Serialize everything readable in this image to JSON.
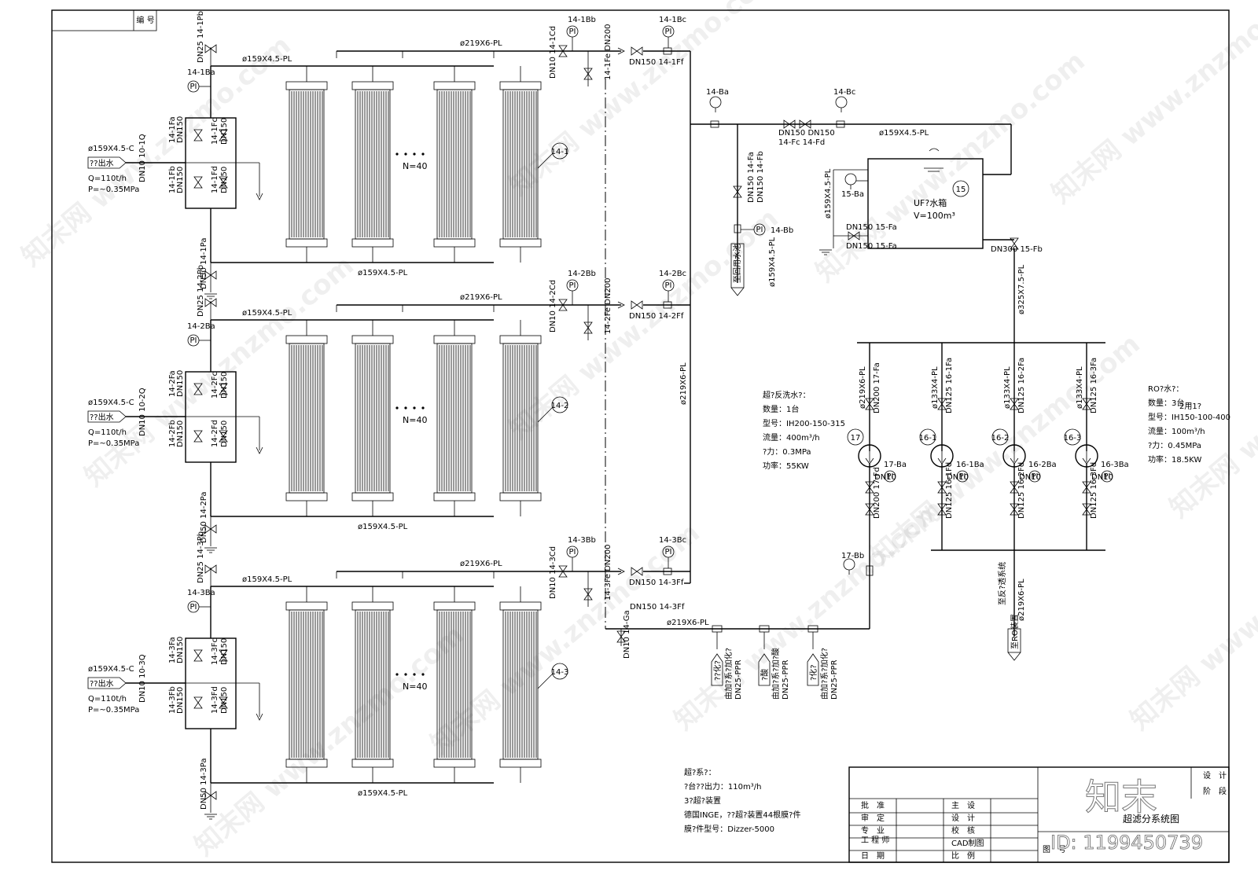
{
  "frame": {
    "corner_label": "编 号"
  },
  "units": [
    {
      "id": "1",
      "inlet_label": "??出水",
      "inlet_pipe": "ø159X4.5-C",
      "flow": "Q=110t/h",
      "pressure": "P=~0.35MPa",
      "top_header": "ø159X4.5-PL",
      "bottom_header": "ø159X4.5-PL",
      "product_pipe": "ø219X6-PL",
      "drain_valve": "DN25 14-1Pb",
      "gauge_left": "14-1Ba",
      "gauge_mid": "14-1Bb",
      "gauge_right": "14-1Bc",
      "valve_fa": "14-1Fa",
      "valve_fa_dn": "DN150",
      "valve_fb": "14-1Fb",
      "valve_fb_dn": "DN150",
      "valve_fc": "14-1Fc",
      "valve_fc_dn": "DN150",
      "valve_fd": "14-1Fd",
      "valve_fd_dn": "DN150",
      "valve_small": "DN10 10-1Q",
      "valve_cd": "DN10 14-1Cd",
      "valve_fe": "14-1Fe DN200",
      "valve_ff": "DN150 14-1Ff",
      "valve_bottom": "DN50 14-1Pa",
      "module_count": "N=40",
      "module_tag": "14-1"
    },
    {
      "id": "2",
      "inlet_label": "??出水",
      "inlet_pipe": "ø159X4.5-C",
      "flow": "Q=110t/h",
      "pressure": "P=~0.35MPa",
      "top_header": "ø159X4.5-PL",
      "bottom_header": "ø159X4.5-PL",
      "product_pipe": "ø219X6-PL",
      "drain_valve": "DN25 14-2Pb",
      "gauge_left": "14-2Ba",
      "gauge_mid": "14-2Bb",
      "gauge_right": "14-2Bc",
      "valve_fa": "14-2Fa",
      "valve_fa_dn": "DN150",
      "valve_fb": "14-2Fb",
      "valve_fb_dn": "DN150",
      "valve_fc": "14-2Fc",
      "valve_fc_dn": "DN150",
      "valve_fd": "14-2Fd",
      "valve_fd_dn": "DN150",
      "valve_small": "DN10 10-2Q",
      "valve_cd": "DN10 14-2Cd",
      "valve_fe": "14-2Fe DN200",
      "valve_ff": "DN150 14-2Ff",
      "valve_bottom": "DN50 14-2Pa",
      "module_count": "N=40",
      "module_tag": "14-2"
    },
    {
      "id": "3",
      "inlet_label": "??出水",
      "inlet_pipe": "ø159X4.5-C",
      "flow": "Q=110t/h",
      "pressure": "P=~0.35MPa",
      "top_header": "ø159X4.5-PL",
      "bottom_header": "ø159X4.5-PL",
      "product_pipe": "ø219X6-PL",
      "drain_valve": "DN25 14-3Pb",
      "gauge_left": "14-3Ba",
      "gauge_mid": "14-3Bb",
      "gauge_right": "14-3Bc",
      "valve_fa": "14-3Fa",
      "valve_fa_dn": "DN150",
      "valve_fb": "14-3Fb",
      "valve_fb_dn": "DN150",
      "valve_fc": "14-3Fc",
      "valve_fc_dn": "DN150",
      "valve_fd": "14-3Fd",
      "valve_fd_dn": "DN150",
      "valve_small": "DN10 10-3Q",
      "valve_cd": "DN10 14-3Cd",
      "valve_fe": "14-3Fe DN200",
      "valve_ff": "DN150 14-3Ff",
      "valve_bottom": "DN50 14-3Pa",
      "module_count": "N=40",
      "module_tag": "14-3"
    }
  ],
  "main_riser": "ø219X6-PL",
  "bypass": {
    "gauge_a": "14-Ba",
    "gauge_c": "14-Bc",
    "valve_pair": "DN150 DN150",
    "valve_pair_tags": "14-Fc 14-Fd",
    "header": "ø159X4.5-PL",
    "branch_valve": "DN150 14-Fa",
    "branch_valve2": "DN150 14-Fb",
    "branch_gauge": "14-Bb",
    "branch_pipe": "ø159X4.5-PL",
    "outlet_label": "至回用水池"
  },
  "tank": {
    "tag": "15",
    "name": "UF?水箱",
    "volume": "V=100m³",
    "gauge": "15-Ba",
    "inlet_pipe": "ø159X4.5-PL",
    "valve_in": "DN150 15-Fa",
    "valve_out": "DN300 15-Fb",
    "out_pipe": "ø325X7.5-PL"
  },
  "backwash_spec": {
    "title": "超?反洗水?：",
    "qty": "数量：1台",
    "model": "型号：IH200-150-315",
    "flow": "流量：400m³/h",
    "pressure": "?力：0.3MPa",
    "power": "功率：55KW"
  },
  "ro_spec": {
    "title": "RO?水?：",
    "qty": "数量：3台",
    "qty_note": "2用1?",
    "model": "型号：IH150-100-400",
    "flow": "流量：100m³/h",
    "pressure": "?力：0.45MPa",
    "power": "功率：18.5KW"
  },
  "pumps": [
    {
      "tag": "17",
      "pipe": "ø219X6-PL",
      "valve_top": "DN200 17-Fa",
      "gauge": "17-Ba",
      "valve_dn": "DN10",
      "valve_bot": "DN200 17-Fd"
    },
    {
      "tag": "16-1",
      "pipe": "ø133X4-PL",
      "valve_top": "DN125 16-1Fa",
      "gauge": "16-1Ba",
      "valve_dn": "DN10",
      "valve_bot": "DN125 16-1Fd"
    },
    {
      "tag": "16-2",
      "pipe": "ø133X4-PL",
      "valve_top": "DN125 16-2Fa",
      "gauge": "16-2Ba",
      "valve_dn": "DN10",
      "valve_bot": "DN125 16-2Fd"
    },
    {
      "tag": "16-3",
      "pipe": "ø133X4-PL",
      "valve_top": "DN125 16-3Fa",
      "gauge": "16-3Ba",
      "valve_dn": "DN10",
      "valve_bot": "DN125 16-3Fd"
    }
  ],
  "backwash_return": {
    "gauge": "17-Bb",
    "header": "ø219X6-PL",
    "valve": "DN10 14-Ga",
    "ro_outlet_pipe": "ø219X6-PL",
    "ro_outlet_label": "至反?透系统",
    "ro_outlet_note": "至RO装置"
  },
  "dosing": [
    {
      "chem": "??化?",
      "note": "由加?系?加化?",
      "pipe": "DN25-PPR"
    },
    {
      "chem": "?酸",
      "note": "由加?系?加?酸",
      "pipe": "DN25-PPR"
    },
    {
      "chem": "?化?",
      "note": "由加?系?加化?",
      "pipe": "DN25-PPR"
    }
  ],
  "system_note": {
    "title": "超?系?：",
    "line1": "?台??出力：110m³/h",
    "line2": "3?超?装置",
    "line3": "德国INGE，??超?装置44根膜?件",
    "line4": "膜?件型号：Dizzer-5000"
  },
  "titleblock": {
    "r1": [
      "批　准",
      "主　设"
    ],
    "r2": [
      "审　定",
      "设　计"
    ],
    "r3a": "专　业",
    "r3b": "工 程 师",
    "r3c": "校　核",
    "r4": [
      "CAD制图"
    ],
    "r5": [
      "日　期",
      "比　例"
    ],
    "drawing_title": "超滤分系统图",
    "design": "设　计",
    "stage": "阶　段",
    "drawing_no": "图　号",
    "logo": "知末",
    "id": "ID: 1199450739"
  },
  "watermark": "知末网 www.znzmo.com"
}
